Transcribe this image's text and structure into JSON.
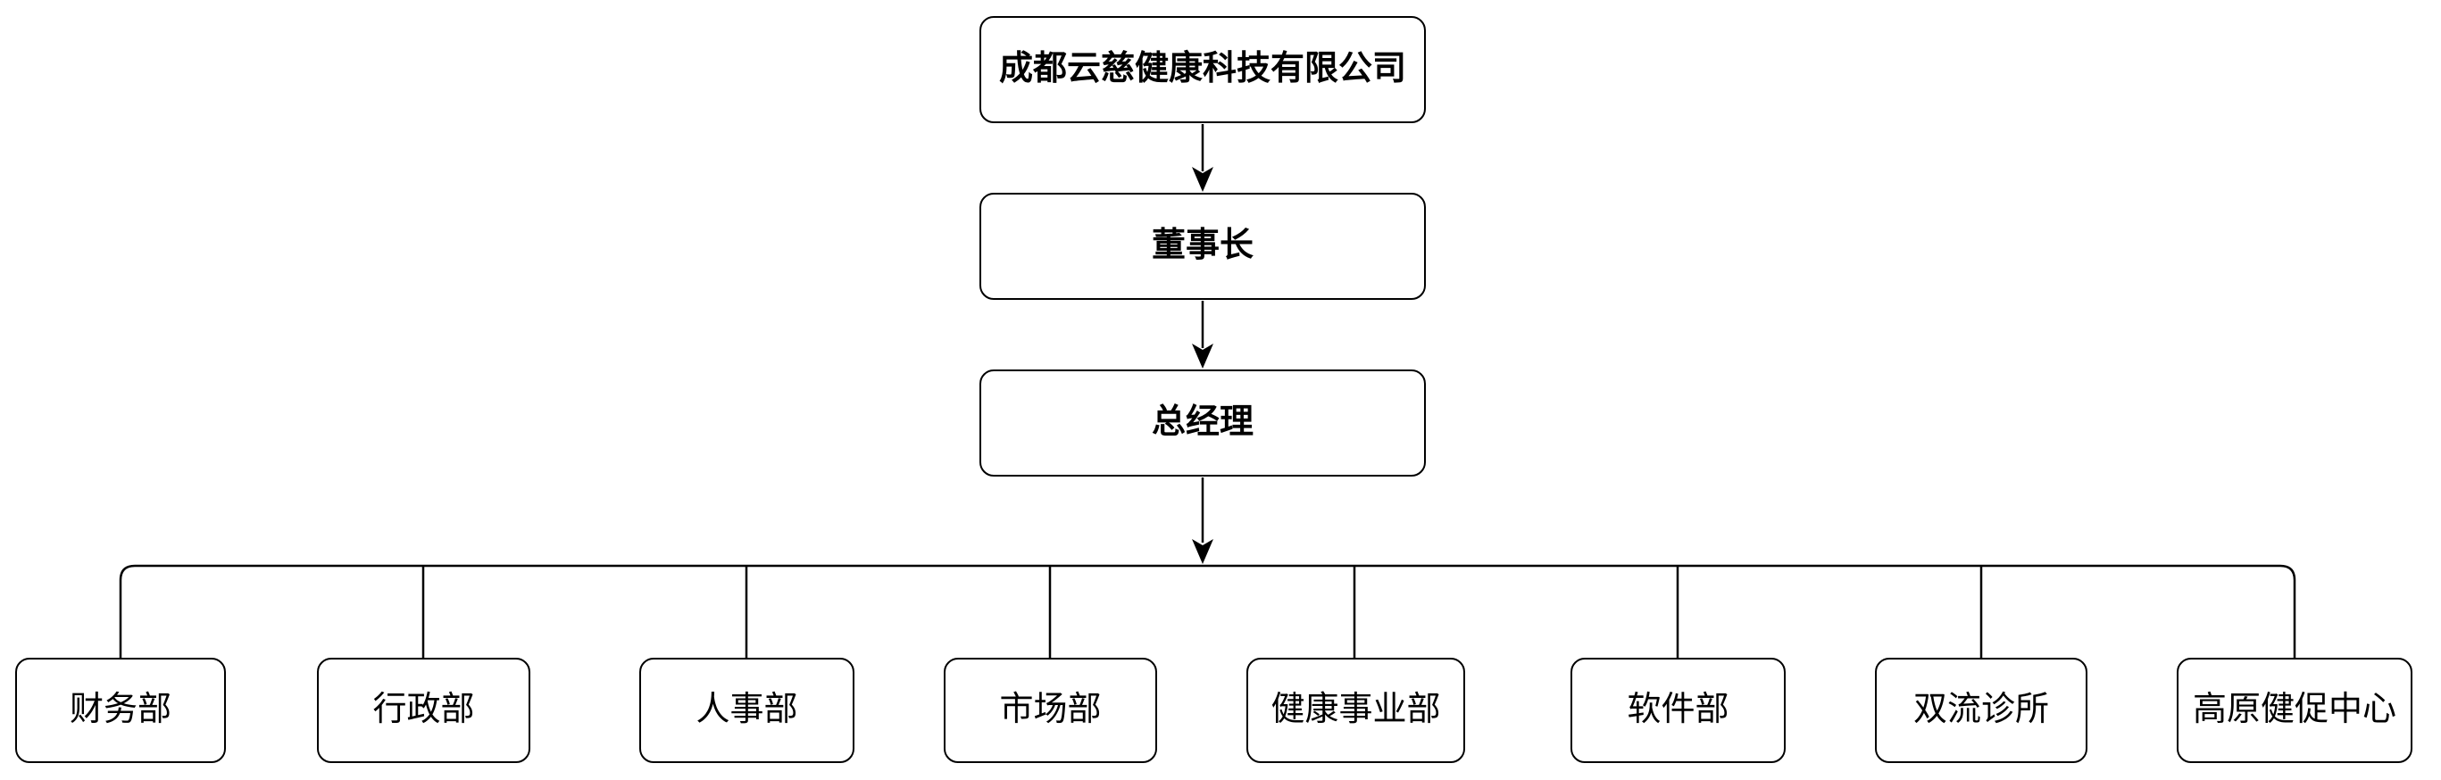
{
  "diagram": {
    "type": "org-chart",
    "background_color": "#ffffff",
    "stroke_color": "#000000",
    "text_color": "#000000",
    "nodes": {
      "company": "成都云慈健康科技有限公司",
      "chairman": "董事长",
      "general_manager": "总经理",
      "finance": "财务部",
      "admin": "行政部",
      "hr": "人事部",
      "marketing": "市场部",
      "health_division": "健康事业部",
      "software": "软件部",
      "shuangliu_clinic": "双流诊所",
      "plateau_center": "高原健促中心"
    },
    "edges": [
      {
        "from": "company",
        "to": "chairman",
        "arrow": true
      },
      {
        "from": "chairman",
        "to": "general_manager",
        "arrow": true
      },
      {
        "from": "general_manager",
        "to": "finance",
        "arrow": false
      },
      {
        "from": "general_manager",
        "to": "admin",
        "arrow": false
      },
      {
        "from": "general_manager",
        "to": "hr",
        "arrow": false
      },
      {
        "from": "general_manager",
        "to": "marketing",
        "arrow": false
      },
      {
        "from": "general_manager",
        "to": "health_division",
        "arrow": false
      },
      {
        "from": "general_manager",
        "to": "software",
        "arrow": false
      },
      {
        "from": "general_manager",
        "to": "shuangliu_clinic",
        "arrow": false
      },
      {
        "from": "general_manager",
        "to": "plateau_center",
        "arrow": false
      }
    ]
  }
}
